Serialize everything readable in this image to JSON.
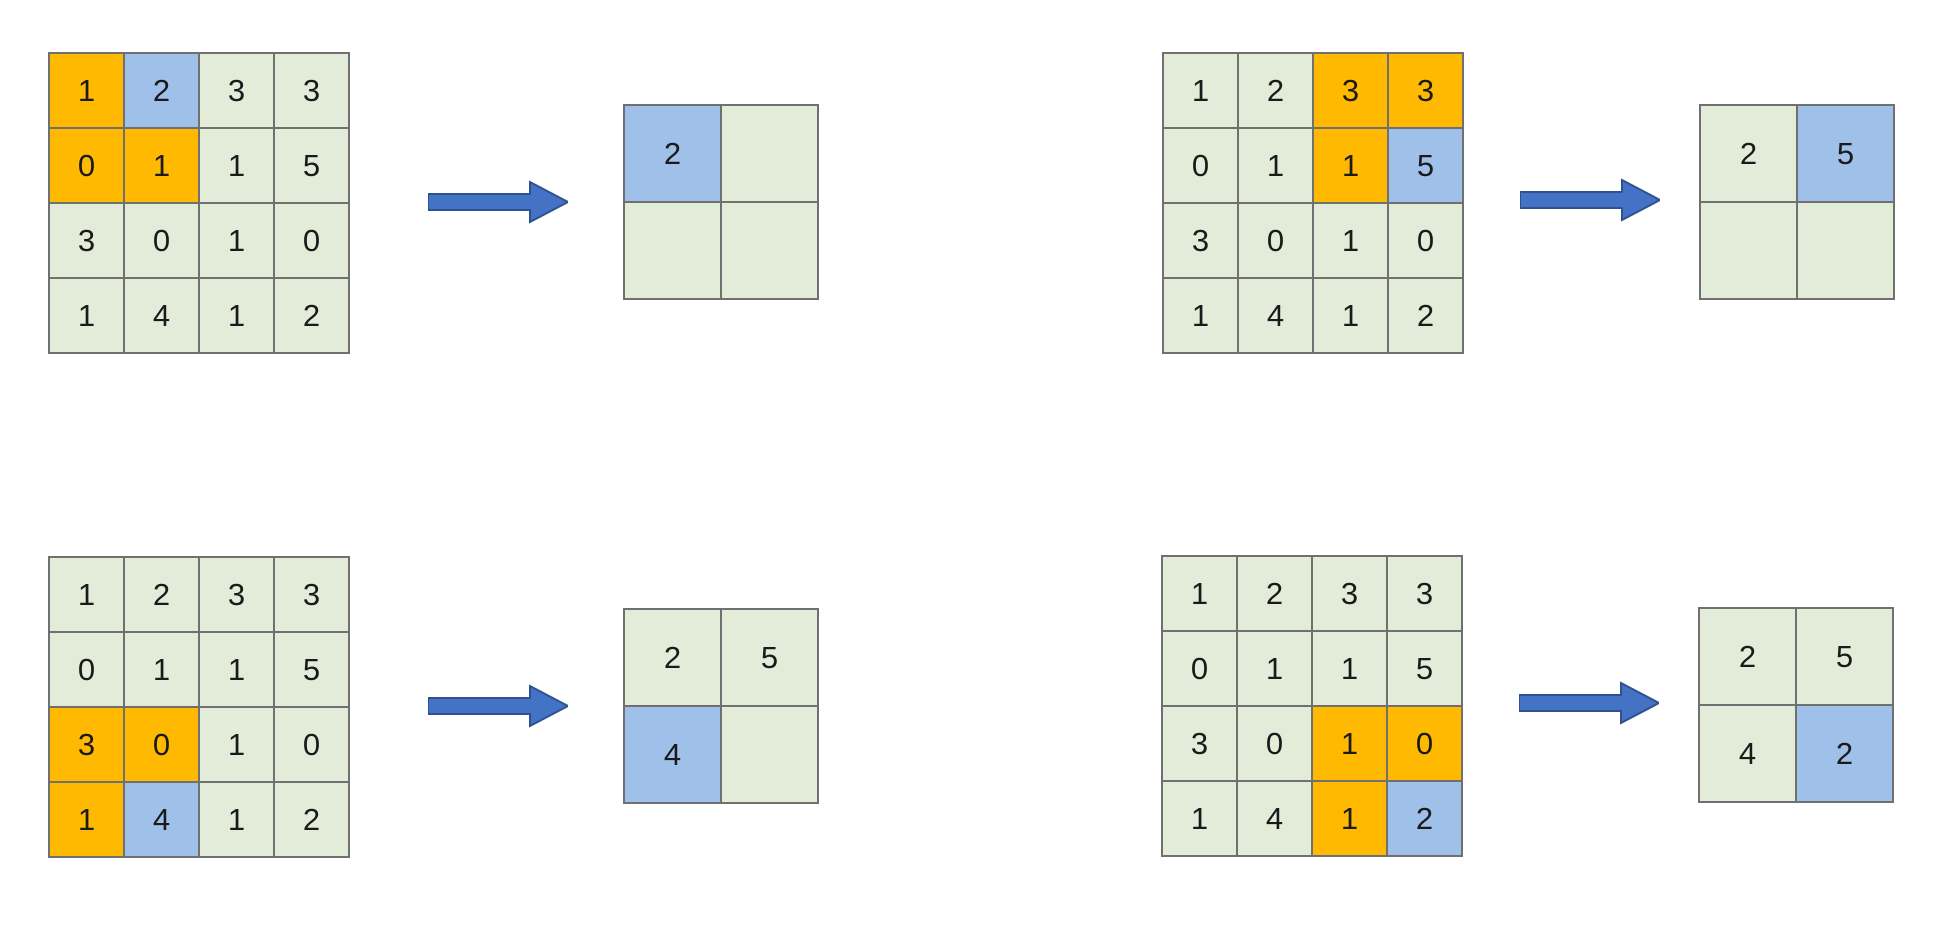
{
  "colors": {
    "cell_background": "#e2ecd9",
    "pool_window": "#ffb900",
    "max_value": "#9fc0e8",
    "arrow": "#4472c4",
    "grid_border": "#707070"
  },
  "input_matrix": [
    [
      "1",
      "2",
      "3",
      "3"
    ],
    [
      "0",
      "1",
      "1",
      "5"
    ],
    [
      "3",
      "0",
      "1",
      "0"
    ],
    [
      "1",
      "4",
      "1",
      "2"
    ]
  ],
  "steps": [
    {
      "window": [
        [
          0,
          0
        ],
        [
          0,
          1
        ],
        [
          1,
          0
        ],
        [
          1,
          1
        ]
      ],
      "max_cell": [
        0,
        1
      ],
      "output": [
        [
          "2",
          ""
        ],
        [
          "",
          ""
        ]
      ],
      "output_highlight": [
        0,
        0
      ]
    },
    {
      "window": [
        [
          0,
          2
        ],
        [
          0,
          3
        ],
        [
          1,
          2
        ],
        [
          1,
          3
        ]
      ],
      "max_cell": [
        1,
        3
      ],
      "output": [
        [
          "2",
          "5"
        ],
        [
          "",
          ""
        ]
      ],
      "output_highlight": [
        0,
        1
      ]
    },
    {
      "window": [
        [
          2,
          0
        ],
        [
          2,
          1
        ],
        [
          3,
          0
        ],
        [
          3,
          1
        ]
      ],
      "max_cell": [
        3,
        1
      ],
      "output": [
        [
          "2",
          "5"
        ],
        [
          "4",
          ""
        ]
      ],
      "output_highlight": [
        1,
        0
      ]
    },
    {
      "window": [
        [
          2,
          2
        ],
        [
          2,
          3
        ],
        [
          3,
          2
        ],
        [
          3,
          3
        ]
      ],
      "max_cell": [
        3,
        3
      ],
      "output": [
        [
          "2",
          "5"
        ],
        [
          "4",
          "2"
        ]
      ],
      "output_highlight": [
        1,
        1
      ]
    }
  ]
}
